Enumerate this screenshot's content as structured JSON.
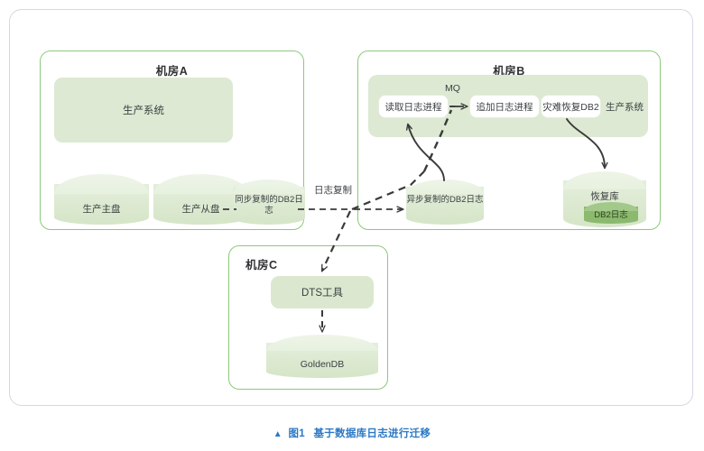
{
  "figure": {
    "marker": "▲",
    "number": "图1",
    "title": "基于数据库日志进行迁移"
  },
  "rooms": {
    "a": {
      "title": "机房A"
    },
    "b": {
      "title": "机房B"
    },
    "c": {
      "title": "机房C"
    }
  },
  "room_a": {
    "production_system": "生产系统",
    "primary_disk": "生产主盘",
    "secondary_disk": "生产从盘",
    "sync_log": "同步复制的DB2日志"
  },
  "room_b": {
    "production_system": "生产系统",
    "read_log_process": "读取日志进程",
    "append_log_process": "追加日志进程",
    "dr_db2": "灾难恢复DB2",
    "mq": "MQ",
    "async_log": "异步复制的DB2日志",
    "recovery_db": "恢复库",
    "recovery_db_inner": "DB2日志"
  },
  "room_c": {
    "dts_tool": "DTS工具",
    "golden_db": "GoldenDB"
  },
  "links": {
    "log_replication": "日志复制"
  },
  "colors": {
    "room_border": "#8dc97a",
    "panel_fill": "#dde9d2",
    "cylinder_fill": "#dbe8cf",
    "inner_cylinder": "#8bb96e",
    "caption": "#2b78c4",
    "outer_border": "#d6d7e6",
    "wire": "#3a3a3a"
  }
}
